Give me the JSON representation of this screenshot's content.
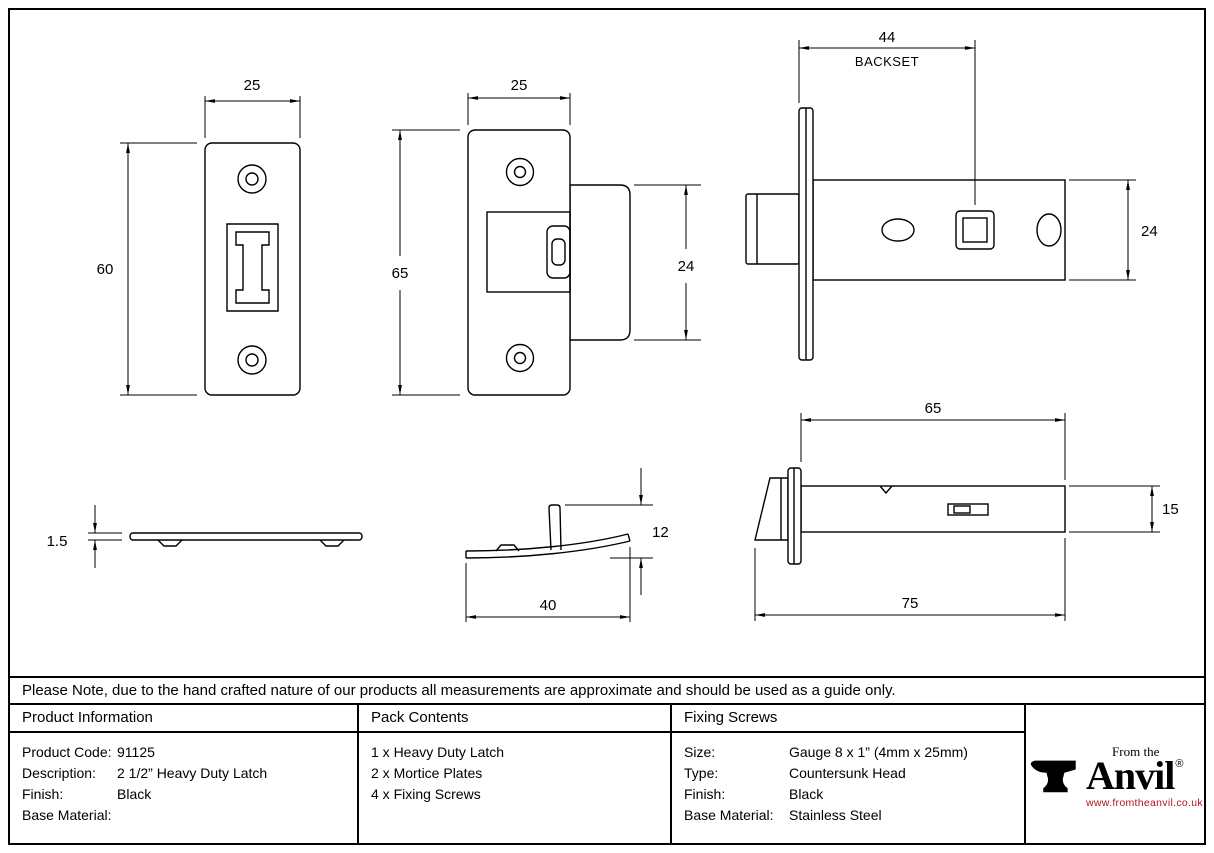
{
  "note": "Please Note, due to the hand crafted nature of our products all measurements are approximate and should be used as a guide only.",
  "dims": {
    "fp_width": "25",
    "fp_height": "60",
    "sp_width": "25",
    "sp_height": "65",
    "sp_lip": "24",
    "backset": "44",
    "backset_word": "BACKSET",
    "body_height": "24",
    "fp_thickness": "1.5",
    "sp_side_width": "40",
    "sp_side_height": "12",
    "latch_body_len": "65",
    "latch_total_len": "75",
    "latch_height": "15"
  },
  "product_info": {
    "header": "Product Information",
    "rows": [
      {
        "label": "Product Code:",
        "value": "91125"
      },
      {
        "label": "Description:",
        "value": "2 1/2” Heavy Duty Latch"
      },
      {
        "label": "Finish:",
        "value": "Black"
      },
      {
        "label": "Base Material:",
        "value": ""
      }
    ]
  },
  "pack_contents": {
    "header": "Pack Contents",
    "items": [
      "1 x Heavy Duty Latch",
      "2 x Mortice Plates",
      "4 x Fixing Screws"
    ]
  },
  "fixing_screws": {
    "header": "Fixing Screws",
    "rows": [
      {
        "label": "Size:",
        "value": "Gauge 8 x 1” (4mm x 25mm)"
      },
      {
        "label": "Type:",
        "value": "Countersunk Head"
      },
      {
        "label": "Finish:",
        "value": "Black"
      },
      {
        "label": "Base Material:",
        "value": "Stainless Steel"
      }
    ]
  },
  "logo": {
    "tagline": "From the",
    "name": "Anvil",
    "registered": "®",
    "url": "www.fromtheanvil.co.uk",
    "url_color": "#b5121b"
  }
}
